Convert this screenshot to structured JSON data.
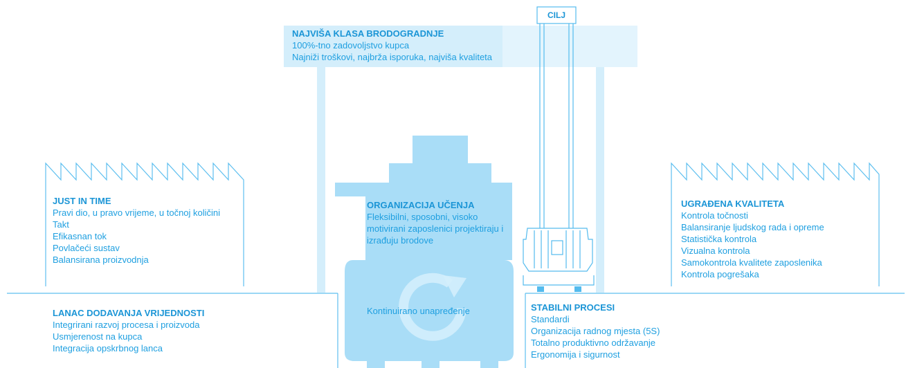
{
  "colors": {
    "text": "#1e9fe0",
    "fill_light": "#ccebfa",
    "fill_mid": "#a7dcf6",
    "line": "#53bbee"
  },
  "goal": {
    "label": "CILJ"
  },
  "top": {
    "title": "NAJVIŠA KLASA BRODOGRADNJE",
    "lines": [
      "100%-tno zadovoljstvo kupca",
      "Najniži troškovi, najbrža isporuka, najviša kvaliteta"
    ]
  },
  "jit": {
    "title": "JUST IN TIME",
    "lines": [
      "Pravi dio, u pravo vrijeme, u točnoj količini",
      "Takt",
      "Efikasnan tok",
      "Povlačeći sustav",
      "Balansirana proizvodnja"
    ]
  },
  "value_chain": {
    "title": "LANAC DODAVANJA VRIJEDNOSTI",
    "lines": [
      "Integrirani razvoj procesa i proizvoda",
      "Usmjerenost na kupca",
      "Integracija opskrbnog lanca"
    ]
  },
  "learning": {
    "title": "ORGANIZACIJA UČENJA",
    "text": "Fleksibilni, sposobni, visoko motivirani zaposlenici projektiraju i izrađuju brodove"
  },
  "continuous": {
    "label": "Kontinuirano unapređenje",
    "icon": "refresh-arrow-icon"
  },
  "quality": {
    "title": "UGRAĐENA KVALITETA",
    "lines": [
      "Kontrola točnosti",
      "Balansiranje ljudskog rada i opreme",
      "Statistička kontrola",
      "Vizualna kontrola",
      "Samokontrola kvalitete zaposlenika",
      "Kontrola pogrešaka"
    ]
  },
  "stable": {
    "title": "STABILNI PROCESI",
    "lines": [
      "Standardi",
      "Organizacija radnog mjesta (5S)",
      "Totalno produktivno održavanje",
      "Ergonomija i sigurnost"
    ]
  }
}
